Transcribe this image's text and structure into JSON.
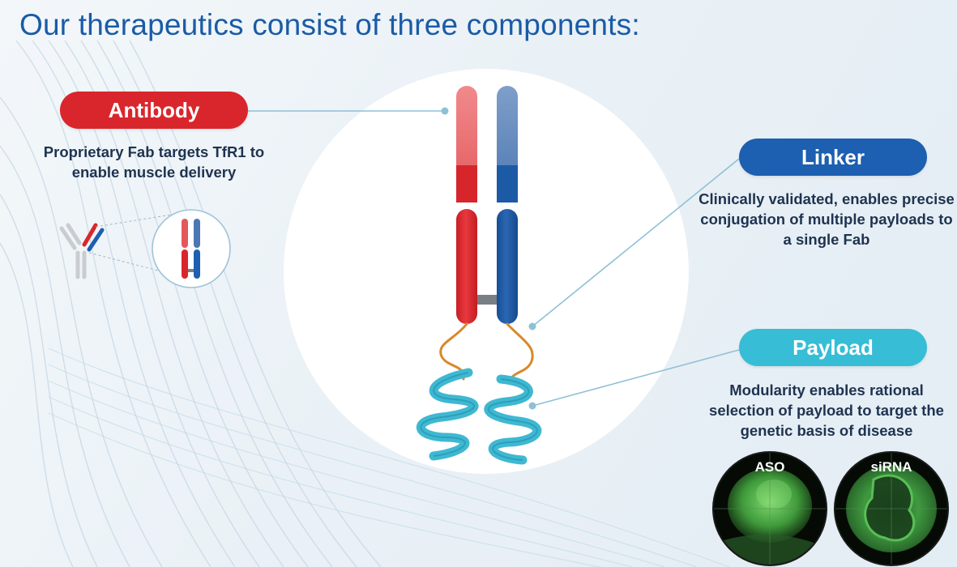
{
  "title": "Our therapeutics consist of three components:",
  "components": {
    "antibody": {
      "label": "Antibody",
      "description": "Proprietary Fab targets TfR1 to enable muscle delivery",
      "color": "#d9262c"
    },
    "linker": {
      "label": "Linker",
      "description": "Clinically validated, enables precise conjugation of multiple payloads to a single Fab",
      "color": "#1d5fb0"
    },
    "payload": {
      "label": "Payload",
      "description": "Modularity enables rational selection of payload to target the genetic basis of disease",
      "color": "#37bdd5"
    }
  },
  "micrographs": [
    {
      "label": "ASO"
    },
    {
      "label": "siRNA"
    }
  ],
  "colors": {
    "title": "#1a5ba6",
    "text": "#1f3350",
    "heavy_chain_red": "#d9262c",
    "heavy_chain_blue": "#1d5fb0",
    "helix": "#3fb8d2",
    "linker_strand": "#d8892c"
  }
}
